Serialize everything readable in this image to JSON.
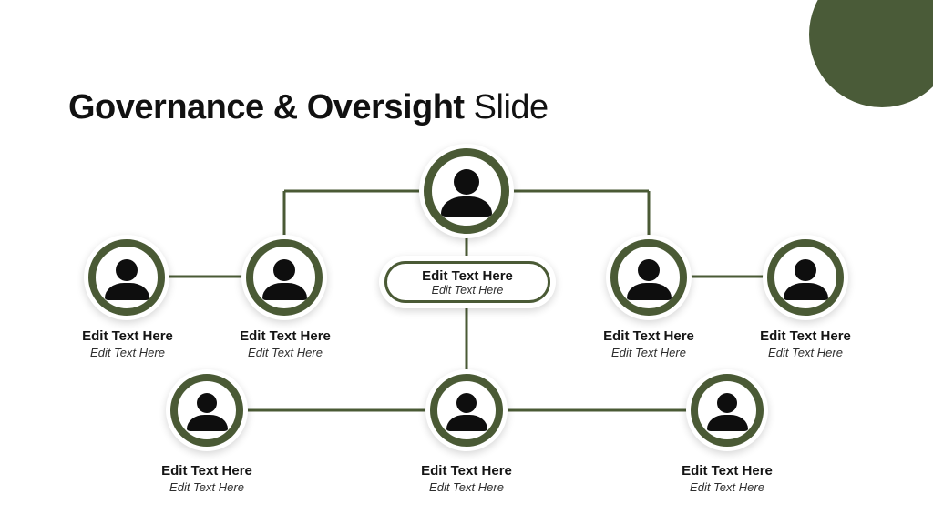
{
  "title": {
    "bold": "Governance & Oversight",
    "light": "Slide"
  },
  "colors": {
    "accent_green": "#4A5A35",
    "corner_circle_green": "#4A5B38",
    "icon_black": "#0e0e0e",
    "background": "#ffffff"
  },
  "icons": {
    "person": "person-silhouette"
  },
  "pill": {
    "title": "Edit Text Here",
    "subtitle": "Edit Text Here"
  },
  "labels": [
    {
      "title": "Edit Text Here",
      "subtitle": "Edit Text Here"
    },
    {
      "title": "Edit Text Here",
      "subtitle": "Edit Text Here"
    },
    {
      "title": "Edit Text Here",
      "subtitle": "Edit Text Here"
    },
    {
      "title": "Edit Text Here",
      "subtitle": "Edit Text Here"
    },
    {
      "title": "Edit Text Here",
      "subtitle": "Edit Text Here"
    },
    {
      "title": "Edit Text Here",
      "subtitle": "Edit Text Here"
    },
    {
      "title": "Edit Text Here",
      "subtitle": "Edit Text Here"
    }
  ]
}
